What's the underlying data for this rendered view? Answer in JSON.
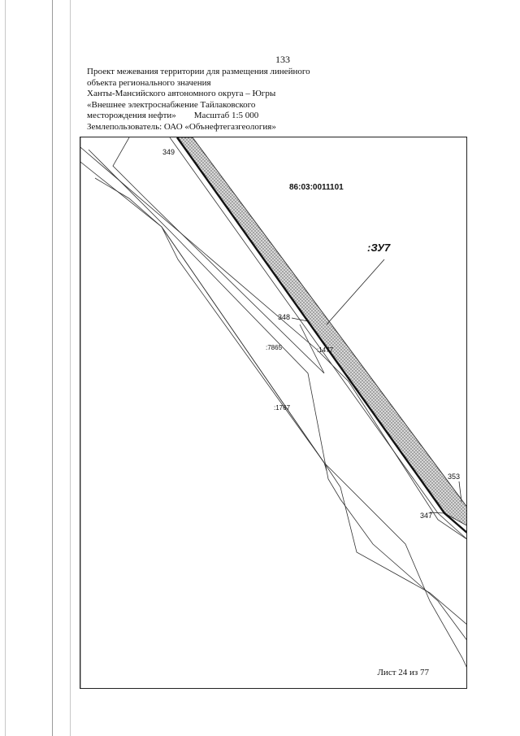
{
  "page_number": "133",
  "header": {
    "line1": "Проект межевания территории для размещения линейного",
    "line2": "объекта регионального значения",
    "line3": "Ханты-Мансийского автономного округа – Югры",
    "line4": "«Внешнее электроснабжение Тайлаковского",
    "line5_part1": "месторождения нефти»",
    "line5_part2": "Масштаб 1:5 000",
    "line6": "Землепользователь: ОАО «Обънефтегазгеология»"
  },
  "map": {
    "parcel_id": "86:03:0011101",
    "plot_label": ":ЗУ7",
    "point_labels": {
      "p349": "349",
      "p348": "348",
      "p353": "353",
      "p347": "347"
    },
    "cadastral_labels": {
      "c7865": ":7865",
      "c1477": ":1477",
      "c1767": ":1767"
    },
    "colors": {
      "stripe_fill": "#d8d8d8",
      "stripe_dots": "#555555",
      "line": "#222222"
    }
  },
  "footer": {
    "sheet": "Лист 24 из 77"
  }
}
